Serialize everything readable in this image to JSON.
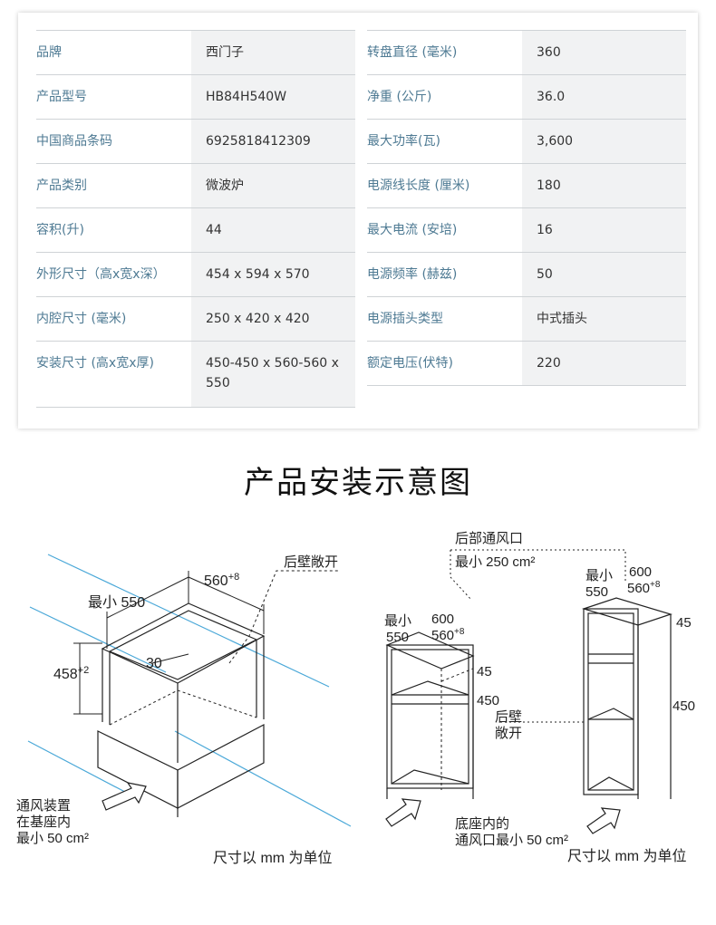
{
  "specs": {
    "left": [
      {
        "label": "品牌",
        "value": "西门子"
      },
      {
        "label": "产品型号",
        "value": "HB84H540W"
      },
      {
        "label": "中国商品条码",
        "value": "6925818412309"
      },
      {
        "label": "产品类别",
        "value": "微波炉"
      },
      {
        "label": "容积(升)",
        "value": "44"
      },
      {
        "label": "外形尺寸（高x宽x深）",
        "value": "454 x 594 x 570"
      },
      {
        "label": "内腔尺寸 (毫米)",
        "value": "250 x 420 x 420"
      },
      {
        "label": "安装尺寸 (高x宽x厚)",
        "value": "450-450 x 560-560 x 550"
      }
    ],
    "right": [
      {
        "label": "转盘直径 (毫米)",
        "value": "360"
      },
      {
        "label": "净重 (公斤)",
        "value": "36.0"
      },
      {
        "label": "最大功率(瓦)",
        "value": "3,600"
      },
      {
        "label": "电源线长度 (厘米)",
        "value": "180"
      },
      {
        "label": "最大电流 (安培)",
        "value": "16"
      },
      {
        "label": "电源频率 (赫兹)",
        "value": "50"
      },
      {
        "label": "电源插头类型",
        "value": "中式插头"
      },
      {
        "label": "额定电压(伏特)",
        "value": "220"
      }
    ]
  },
  "section_title": "产品安装示意图",
  "diagram_left": {
    "rear_wall_open": "后壁敞开",
    "width_dim": "560",
    "width_tol": "+8",
    "depth_dim": "最小 550",
    "height_dim": "458",
    "height_tol": "+2",
    "gap_dim": "30",
    "vent_line1": "通风装置",
    "vent_line2": "在基座内",
    "vent_line3": "最小 50 cm²",
    "unit_note": "尺寸以 mm 为单位"
  },
  "diagram_right": {
    "rear_vent_line1": "后部通风口",
    "rear_vent_line2": "最小 250 cm²",
    "a_min": "最小",
    "a_550": "550",
    "a_600": "600",
    "a_560": "560",
    "a_tol": "+8",
    "a_45": "45",
    "a_450": "450",
    "rear_wall_line1": "后壁",
    "rear_wall_line2": "敞开",
    "b_min": "最小",
    "b_550": "550",
    "b_600": "600",
    "b_560": "560",
    "b_tol": "+8",
    "b_45": "45",
    "b_450": "450",
    "base_vent_line1": "底座内的",
    "base_vent_line2": "通风口最小 50 cm²",
    "unit_note": "尺寸以 mm 为单位"
  },
  "colors": {
    "label_text": "#4e7a93",
    "value_bg": "#f1f2f3",
    "divider": "#cfd3d6",
    "wall_line": "#4aa8d8"
  }
}
